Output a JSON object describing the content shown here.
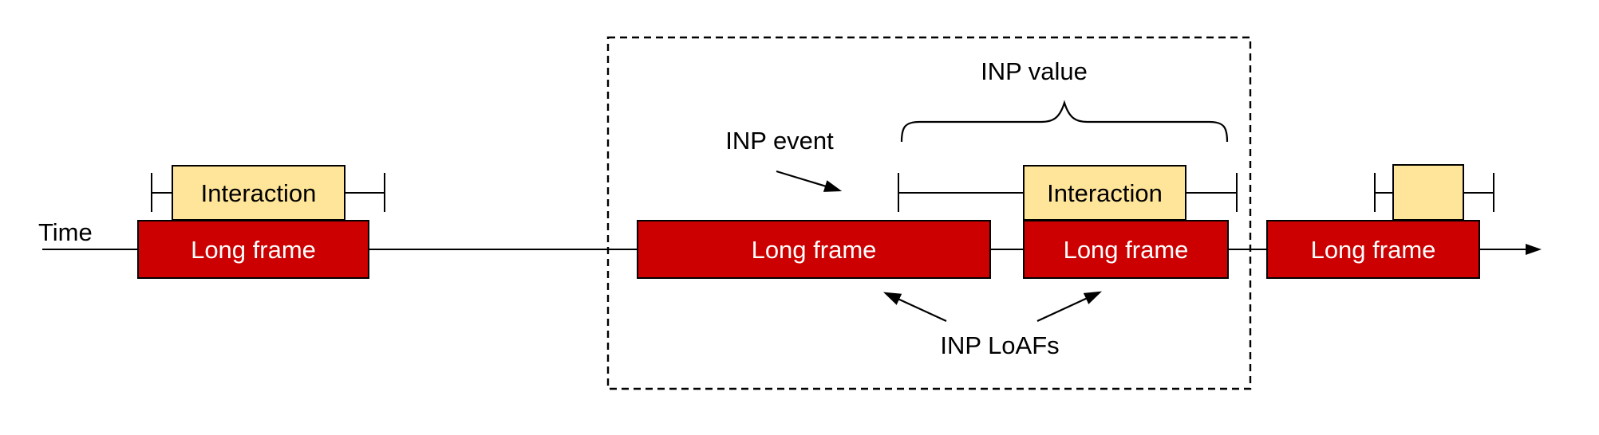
{
  "colors": {
    "background": "#ffffff",
    "line": "#000000",
    "box_border": "#000000",
    "long_frame_fill": "#cc0000",
    "long_frame_text": "#ffffff",
    "interaction_fill": "#ffe599",
    "interaction_text": "#000000"
  },
  "axis": {
    "label": "Time"
  },
  "frames": [
    {
      "label": "Long frame"
    },
    {
      "label": "Long frame"
    },
    {
      "label": "Long frame"
    },
    {
      "label": "Long frame"
    }
  ],
  "interactions": [
    {
      "label": "Interaction"
    },
    {
      "label": "Interaction"
    },
    {
      "label": ""
    }
  ],
  "annotations": {
    "inp_event": "INP event",
    "inp_value": "INP value",
    "inp_loafs": "INP LoAFs"
  }
}
